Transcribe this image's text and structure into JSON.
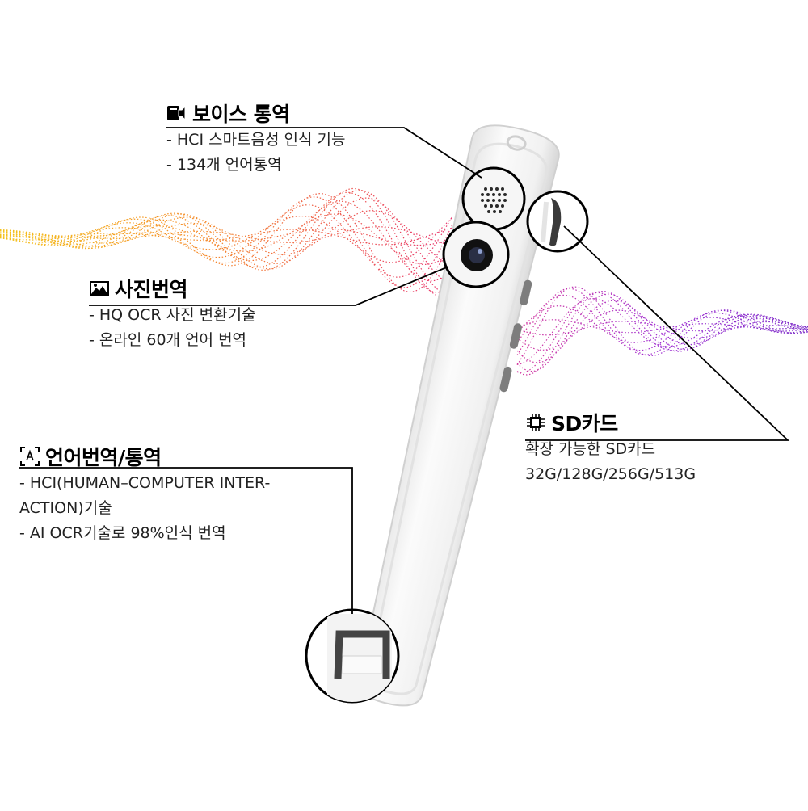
{
  "features": {
    "voice": {
      "icon": "speaker-book-icon",
      "title": "보이스 통역",
      "bullets": [
        "- HCI 스마트음성 인식 기능",
        "- 134개 언어통역"
      ]
    },
    "photo": {
      "icon": "image-icon",
      "title": "사진번역",
      "bullets": [
        "- HQ OCR 사진 변환기술",
        "- 온라인 60개 언어 번역"
      ]
    },
    "language": {
      "icon": "text-scan-icon",
      "title": "언어번역/통역",
      "bullets": [
        "- HCI(HUMAN–COMPUTER INTER-",
        "ACTION)기술",
        "- AI OCR기술로 98%인식 번역"
      ]
    },
    "sd": {
      "icon": "chip-icon",
      "title": "SD카드",
      "bullets": [
        "확장 가능한 SD카드",
        "32G/128G/256G/513G"
      ]
    }
  },
  "colors": {
    "wave_left": [
      "#f4c21a",
      "#f58a2a",
      "#e8336e"
    ],
    "wave_right": [
      "#d43aa0",
      "#9b2bd0",
      "#7a28c8"
    ],
    "device_body": "#f2f2f2",
    "device_buttons": "#7d7d7d",
    "callout_line": "#000000"
  }
}
